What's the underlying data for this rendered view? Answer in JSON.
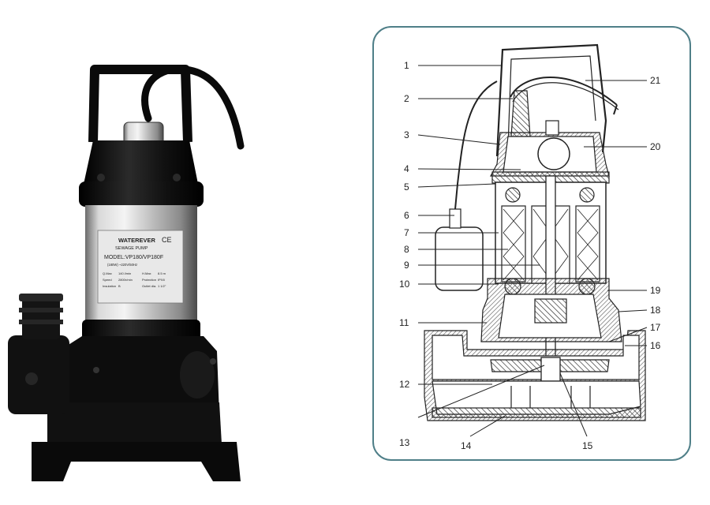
{
  "nameplate": {
    "brand_line1": "WATEREVER",
    "brand_line2": "SEWAGE PUMP",
    "ce_mark": "CE",
    "model": "MODEL:VP180/VP180F",
    "power_line": "(180W) ~220V/50Hz",
    "spec_rows": [
      [
        "Q.Max",
        "140 l/min",
        "H.Max",
        "8.5 m"
      ],
      [
        "Speed",
        "2800r/min",
        "Protection",
        "IPX8"
      ],
      [
        "Insulation",
        "B",
        "Outlet dia.",
        "1 1/2\""
      ]
    ]
  },
  "callouts": {
    "left": [
      "1",
      "2",
      "3",
      "4",
      "5",
      "6",
      "7",
      "8",
      "9",
      "10",
      "11",
      "12",
      "13"
    ],
    "bottom": [
      "14",
      "15"
    ],
    "right": [
      "21",
      "20",
      "19",
      "18",
      "17",
      "16"
    ]
  },
  "colors": {
    "frame": "#4f7f88",
    "body_black": "#111111",
    "steel": "#c8c8c8",
    "hatch": "#555555"
  }
}
